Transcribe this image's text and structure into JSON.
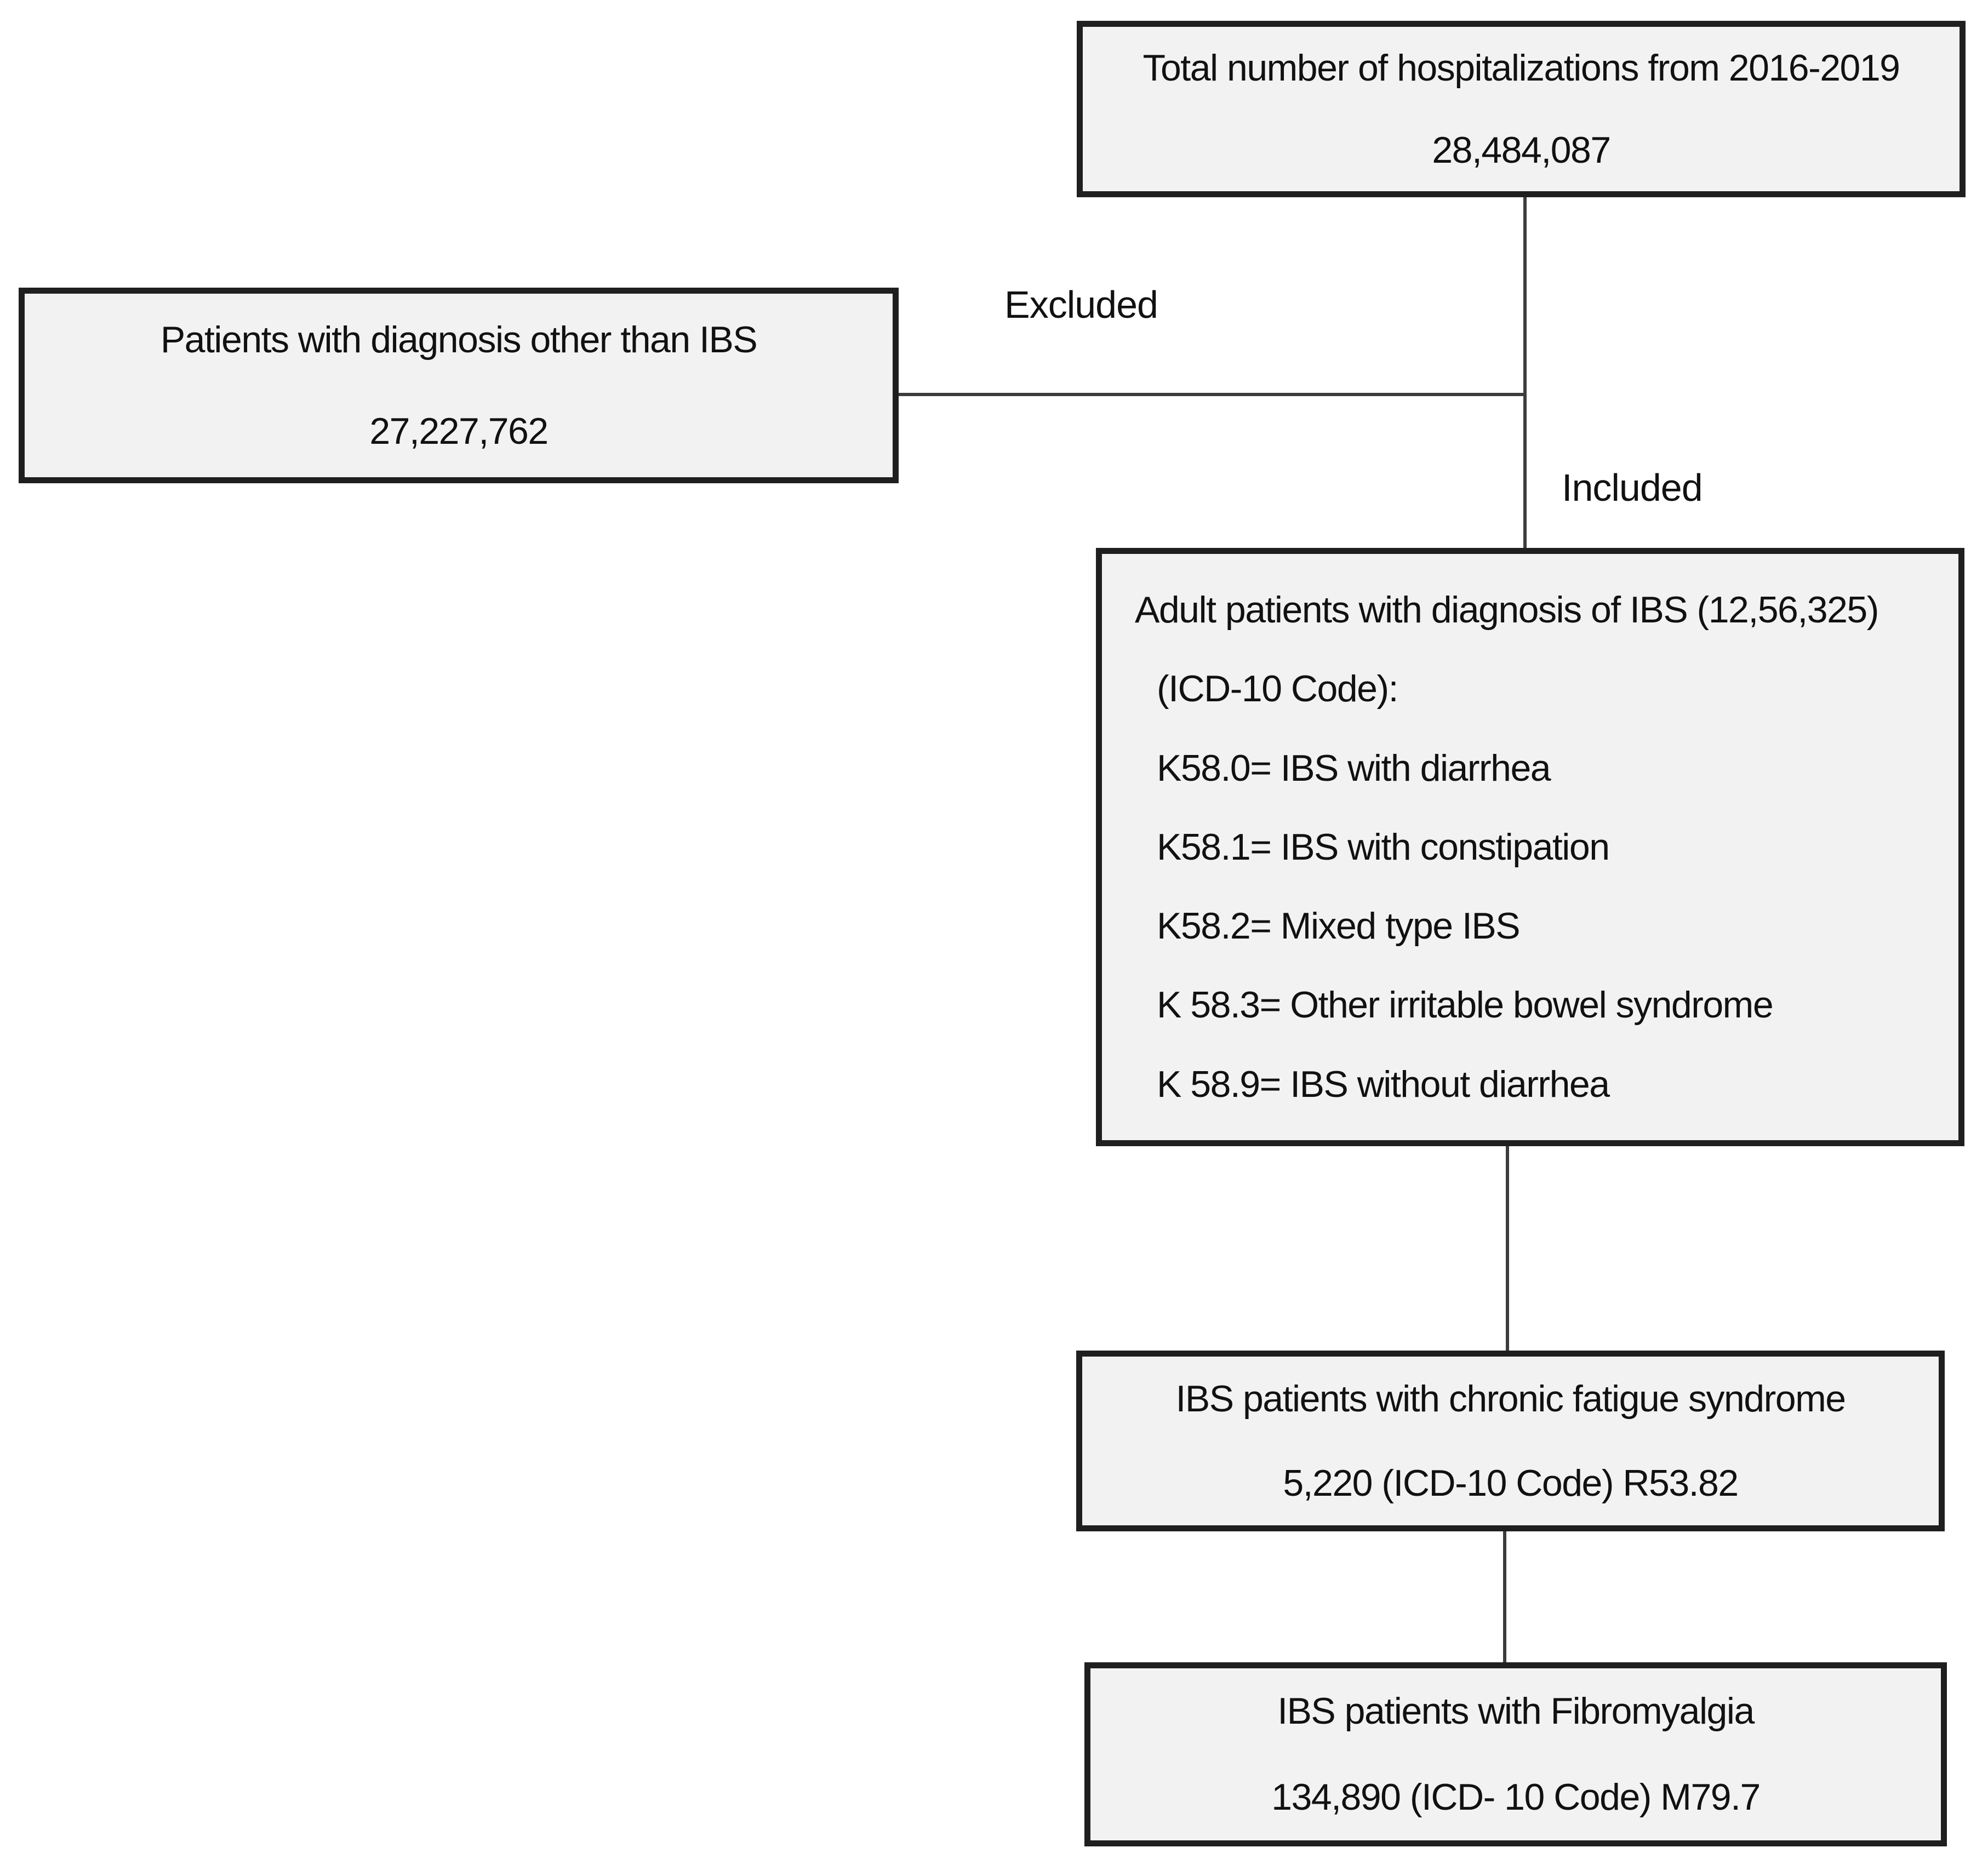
{
  "figure": {
    "type": "patient-selection-flowchart",
    "colors": {
      "box_fill": "#f2f2f2",
      "box_border": "#1f1f1f",
      "connector_line": "#3c3c3c",
      "text": "#111111",
      "background": "#ffffff"
    },
    "labels": {
      "excluded": "Excluded",
      "included": "Included"
    },
    "boxes": {
      "total": {
        "title": "Total number of hospitalizations from 2016-2019",
        "value": "28,484,087"
      },
      "other_diagnosis": {
        "title": "Patients with diagnosis other than IBS",
        "value": "27,227,762"
      },
      "ibs": {
        "title": "Adult patients with diagnosis of IBS (12,56,325)",
        "lines": [
          "(ICD-10 Code):",
          "K58.0= IBS with diarrhea",
          "K58.1= IBS with constipation",
          "K58.2= Mixed type IBS",
          "K 58.3= Other irritable bowel syndrome",
          "K 58.9= IBS without diarrhea"
        ]
      },
      "cfs": {
        "title": "IBS patients with chronic fatigue syndrome",
        "value": "5,220 (ICD-10 Code) R53.82"
      },
      "fibromyalgia": {
        "title": "IBS patients with Fibromyalgia",
        "value": "134,890 (ICD- 10 Code) M79.7"
      }
    }
  }
}
